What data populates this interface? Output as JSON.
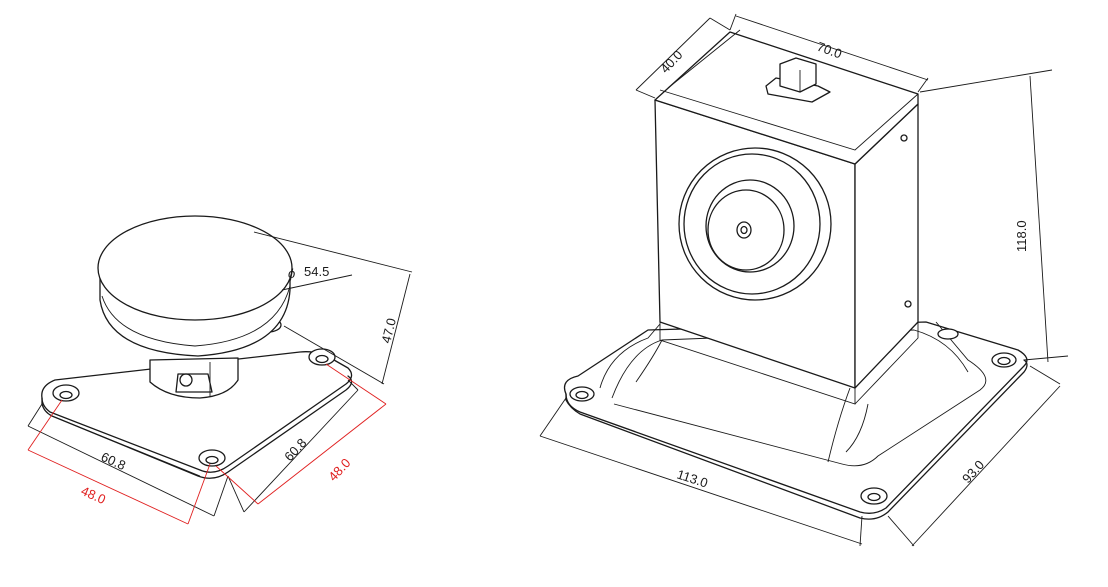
{
  "drawing": {
    "colors": {
      "line": "#1a1a1a",
      "accent": "#e02020",
      "background": "#ffffff"
    },
    "left_view": {
      "diameter_symbol": "ϕ",
      "diameter": "54.5",
      "height": "47.0",
      "base_width": "60.8",
      "base_depth": "60.8",
      "hole_spacing_front": "48.0",
      "hole_spacing_side": "48.0"
    },
    "right_view": {
      "depth": "40.0",
      "width": "70.0",
      "height": "118.0",
      "base_length": "113.0",
      "base_width": "93.0"
    }
  }
}
